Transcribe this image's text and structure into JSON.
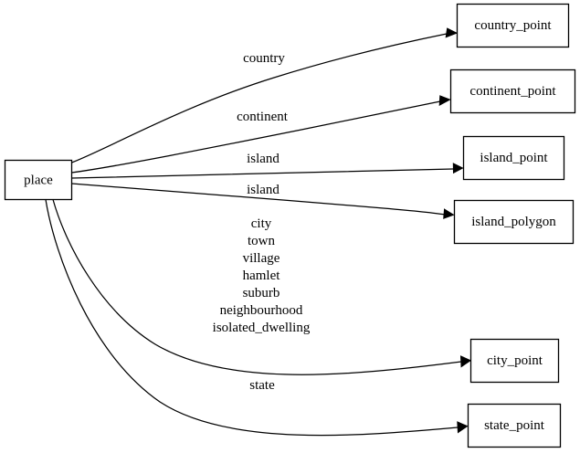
{
  "diagram": {
    "type": "graphviz-directed-graph",
    "background_color": "#ffffff",
    "stroke_color": "#000000",
    "text_color": "#000000",
    "root_node": {
      "id": "place",
      "label": "place"
    },
    "target_nodes": [
      {
        "id": "country_point",
        "label": "country_point"
      },
      {
        "id": "continent_point",
        "label": "continent_point"
      },
      {
        "id": "island_point",
        "label": "island_point"
      },
      {
        "id": "island_polygon",
        "label": "island_polygon"
      },
      {
        "id": "city_point",
        "label": "city_point"
      },
      {
        "id": "state_point",
        "label": "state_point"
      }
    ],
    "edges": [
      {
        "from": "place",
        "to": "country_point",
        "label": "country"
      },
      {
        "from": "place",
        "to": "continent_point",
        "label": "continent"
      },
      {
        "from": "place",
        "to": "island_point",
        "label": "island"
      },
      {
        "from": "place",
        "to": "island_polygon",
        "label": "island"
      },
      {
        "from": "place",
        "to": "city_point",
        "label": "city\ntown\nvillage\nhamlet\nsuburb\nneighbourhood\nisolated_dwelling"
      },
      {
        "from": "place",
        "to": "state_point",
        "label": "state"
      }
    ],
    "edge_label_lines": {
      "country": [
        "country"
      ],
      "continent": [
        "continent"
      ],
      "island_point": [
        "island"
      ],
      "island_polygon": [
        "island"
      ],
      "city_point": [
        "city",
        "town",
        "village",
        "hamlet",
        "suburb",
        "neighbourhood",
        "isolated_dwelling"
      ],
      "state_point": [
        "state"
      ]
    }
  }
}
